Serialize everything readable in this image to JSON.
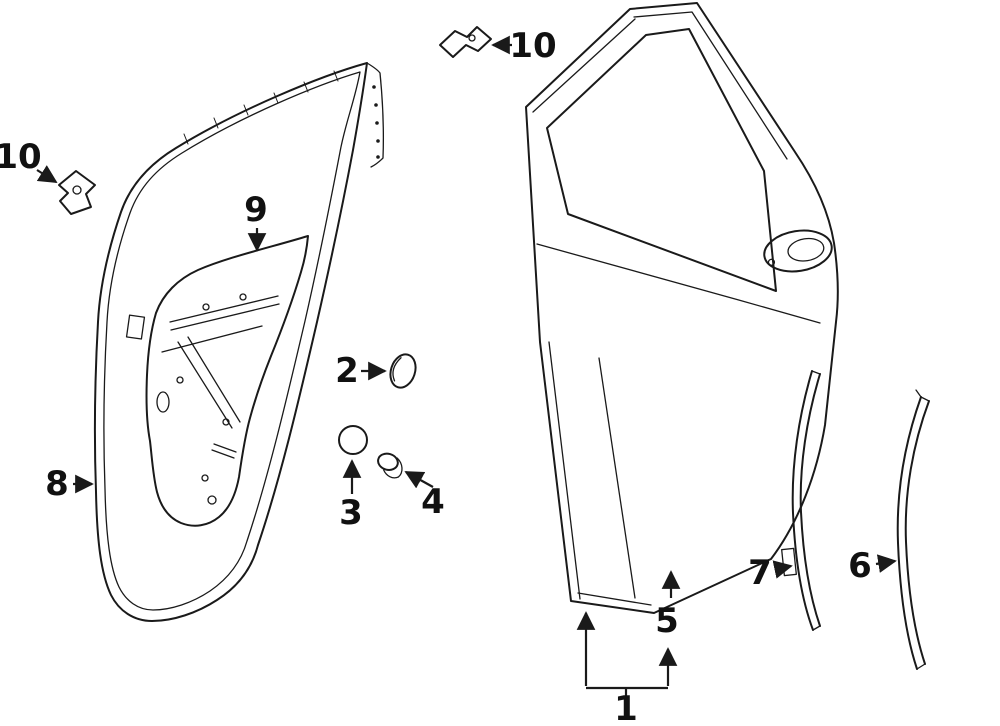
{
  "figure": {
    "background_color": "#ffffff",
    "line_color": "#1a1a1a",
    "label_color": "#111111"
  },
  "callouts": {
    "n1": "1",
    "n2": "2",
    "n3": "3",
    "n4": "4",
    "n5": "5",
    "n6": "6",
    "n7": "7",
    "n8": "8",
    "n9": "9",
    "n10_top": "10",
    "n10_left": "10"
  }
}
